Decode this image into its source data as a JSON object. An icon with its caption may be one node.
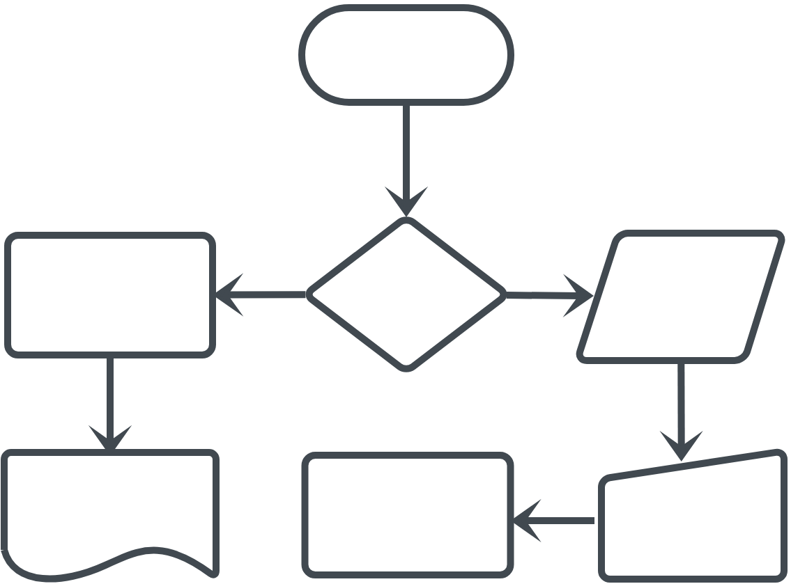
{
  "diagram": {
    "nodes": [
      {
        "text": [],
        "shape": "oval"
      },
      {
        "text": [],
        "shape": "box"
      },
      {
        "text": [],
        "shape": "diamond"
      },
      {
        "text": [],
        "shape": "parallelogram"
      },
      {
        "text": [],
        "shape": "document"
      },
      {
        "text": [],
        "shape": "box"
      },
      {
        "text": [],
        "shape": "trapezoid"
      }
    ],
    "edges": [
      {
        "from": 0,
        "to": 2,
        "arrow": "to"
      },
      {
        "from": 2,
        "to": 1,
        "arrow": "to"
      },
      {
        "from": 2,
        "to": 3,
        "arrow": "to"
      },
      {
        "from": 1,
        "to": 4,
        "arrow": "to"
      },
      {
        "from": 3,
        "to": 6,
        "arrow": "to"
      },
      {
        "from": 6,
        "to": 5,
        "arrow": "to"
      }
    ]
  }
}
